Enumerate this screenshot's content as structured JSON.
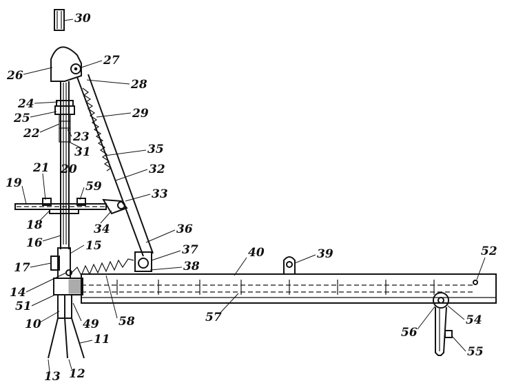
{
  "reference_numerals": {
    "n10": "10",
    "n11": "11",
    "n12": "12",
    "n13": "13",
    "n14": "14",
    "n15": "15",
    "n16": "16",
    "n17": "17",
    "n18": "18",
    "n19": "19",
    "n20": "20",
    "n21": "21",
    "n22": "22",
    "n23": "23",
    "n24": "24",
    "n25": "25",
    "n26": "26",
    "n27": "27",
    "n28": "28",
    "n29": "29",
    "n30": "30",
    "n31": "31",
    "n32": "32",
    "n33": "33",
    "n34": "34",
    "n35": "35",
    "n36": "36",
    "n37": "37",
    "n38": "38",
    "n39": "39",
    "n40": "40",
    "n49": "49",
    "n51": "51",
    "n52": "52",
    "n54": "54",
    "n55": "55",
    "n56": "56",
    "n57": "57",
    "n58": "58",
    "n59": "59"
  }
}
